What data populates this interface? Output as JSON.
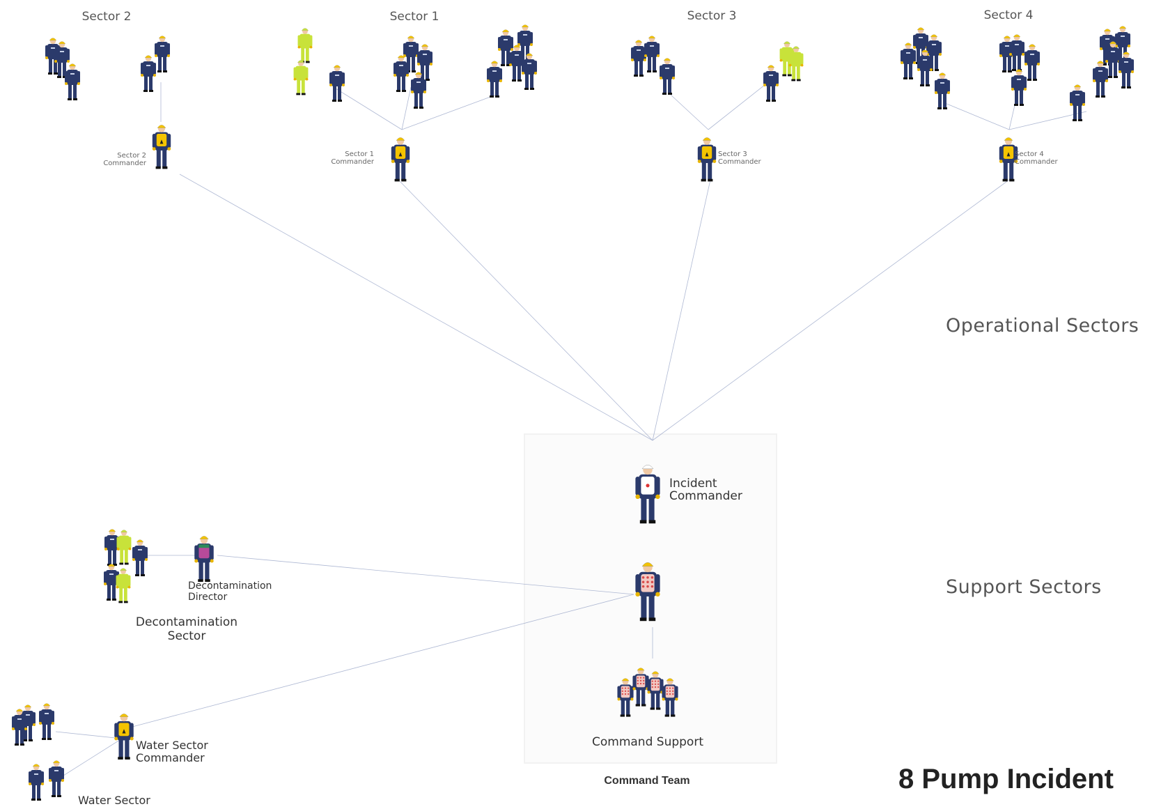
{
  "title": "8 Pump Incident",
  "bands": {
    "operational": "Operational Sectors",
    "support": "Support Sectors"
  },
  "sectors": [
    {
      "name": "Sector 2",
      "commander_lines": [
        "Sector 2",
        "Commander"
      ]
    },
    {
      "name": "Sector 1",
      "commander_lines": [
        "Sector 1",
        "Commander"
      ]
    },
    {
      "name": "Sector 3",
      "commander_lines": [
        "Sector 3",
        "Commander"
      ]
    },
    {
      "name": "Sector 4",
      "commander_lines": [
        "Sector 4",
        "Commander"
      ]
    }
  ],
  "command": {
    "box_label": "Command Team",
    "incident_commander": [
      "Incident",
      "Commander"
    ],
    "support_label": "Command Support"
  },
  "decon": {
    "director": [
      "Decontamination",
      "Director"
    ],
    "sector": [
      "Decontamination",
      "Sector"
    ]
  },
  "water": {
    "commander": [
      "Water Sector",
      "Commander"
    ],
    "sector": "Water Sector"
  },
  "colors": {
    "uniform": "#2b3a6b",
    "helmet": "#f2c200",
    "commander_vest": "#f5c400",
    "hazmat": "#c8e23a",
    "decon_vest": "#b84a9a",
    "support_vest": "#f3c9c3",
    "line": "#9aa6c8"
  }
}
